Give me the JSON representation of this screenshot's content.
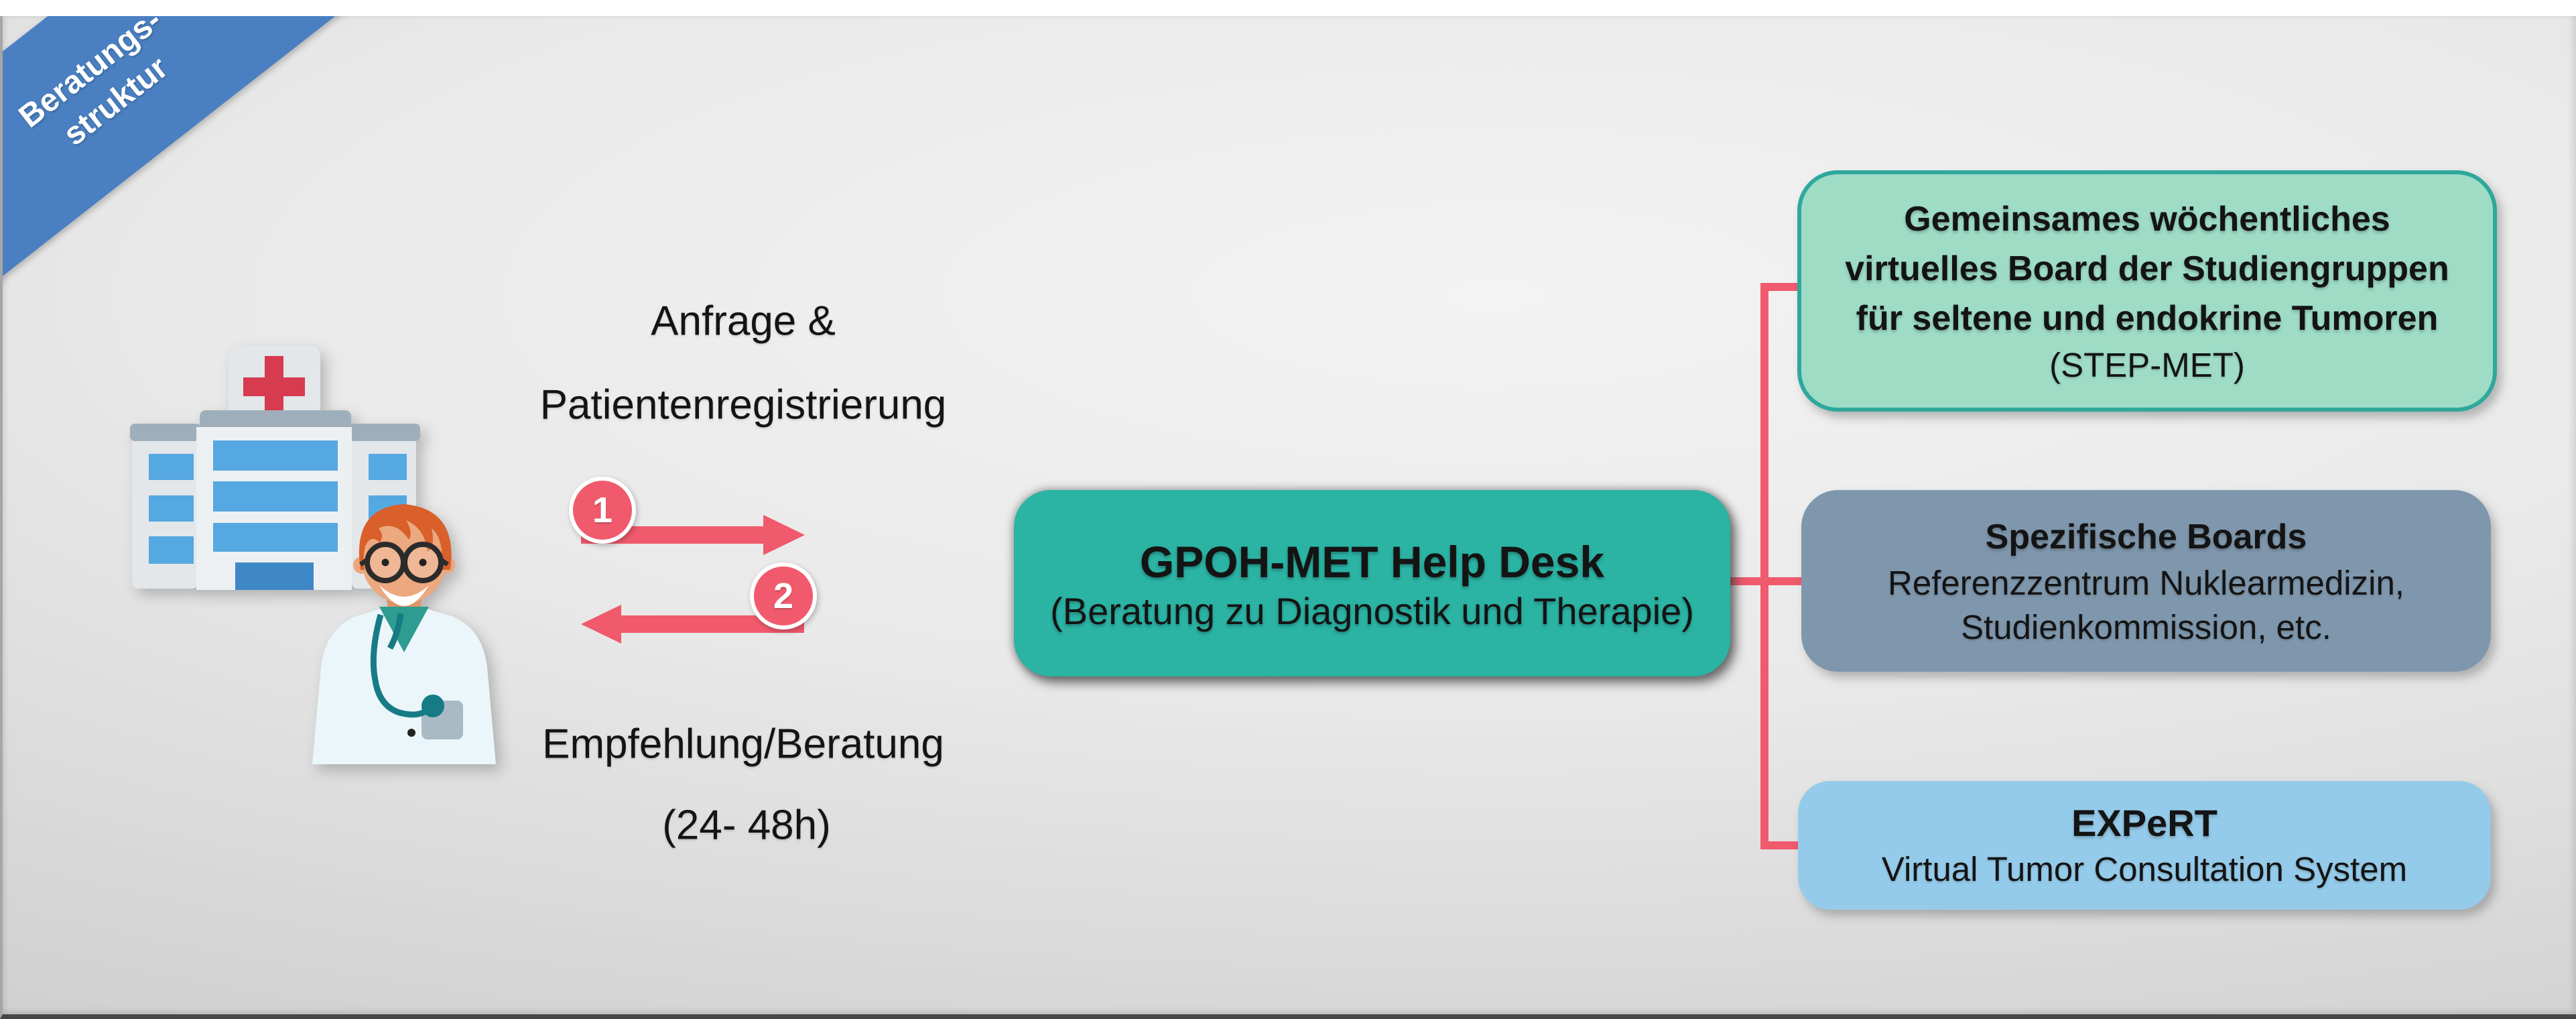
{
  "ribbon": {
    "line1": "Beratungs-",
    "line2": "struktur"
  },
  "flow": {
    "request": {
      "line1": "Anfrage &",
      "line2": "Patientenregistrierung"
    },
    "step1": "1",
    "step2": "2",
    "response": {
      "line1": "Empfehlung/Beratung",
      "line2": "(24- 48h)"
    }
  },
  "help_desk": {
    "title": "GPOH-MET Help Desk",
    "subtitle": "(Beratung zu Diagnostik und Therapie)"
  },
  "boards": {
    "step_met": {
      "line1": "Gemeinsames wöchentliches",
      "line2": "virtuelles Board der Studiengruppen",
      "line3": "für seltene und endokrine Tumoren",
      "line4": "(STEP-MET)"
    },
    "specific": {
      "title": "Spezifische Boards",
      "line1": "Referenzzentrum Nuklearmedizin,",
      "line2": "Studienkommission, etc."
    },
    "expert": {
      "title": "EXPeRT",
      "line1": "Virtual Tumor Consultation System"
    }
  },
  "colors": {
    "ribbon_blue": "#4a80c2",
    "accent_pink": "#f05a6c",
    "helpdesk_teal": "#2bb3a4",
    "step_met_fill": "#9edcc6",
    "step_met_border": "#2fa89c",
    "specific_fill": "#7f97ad",
    "expert_fill": "#95cbea"
  }
}
